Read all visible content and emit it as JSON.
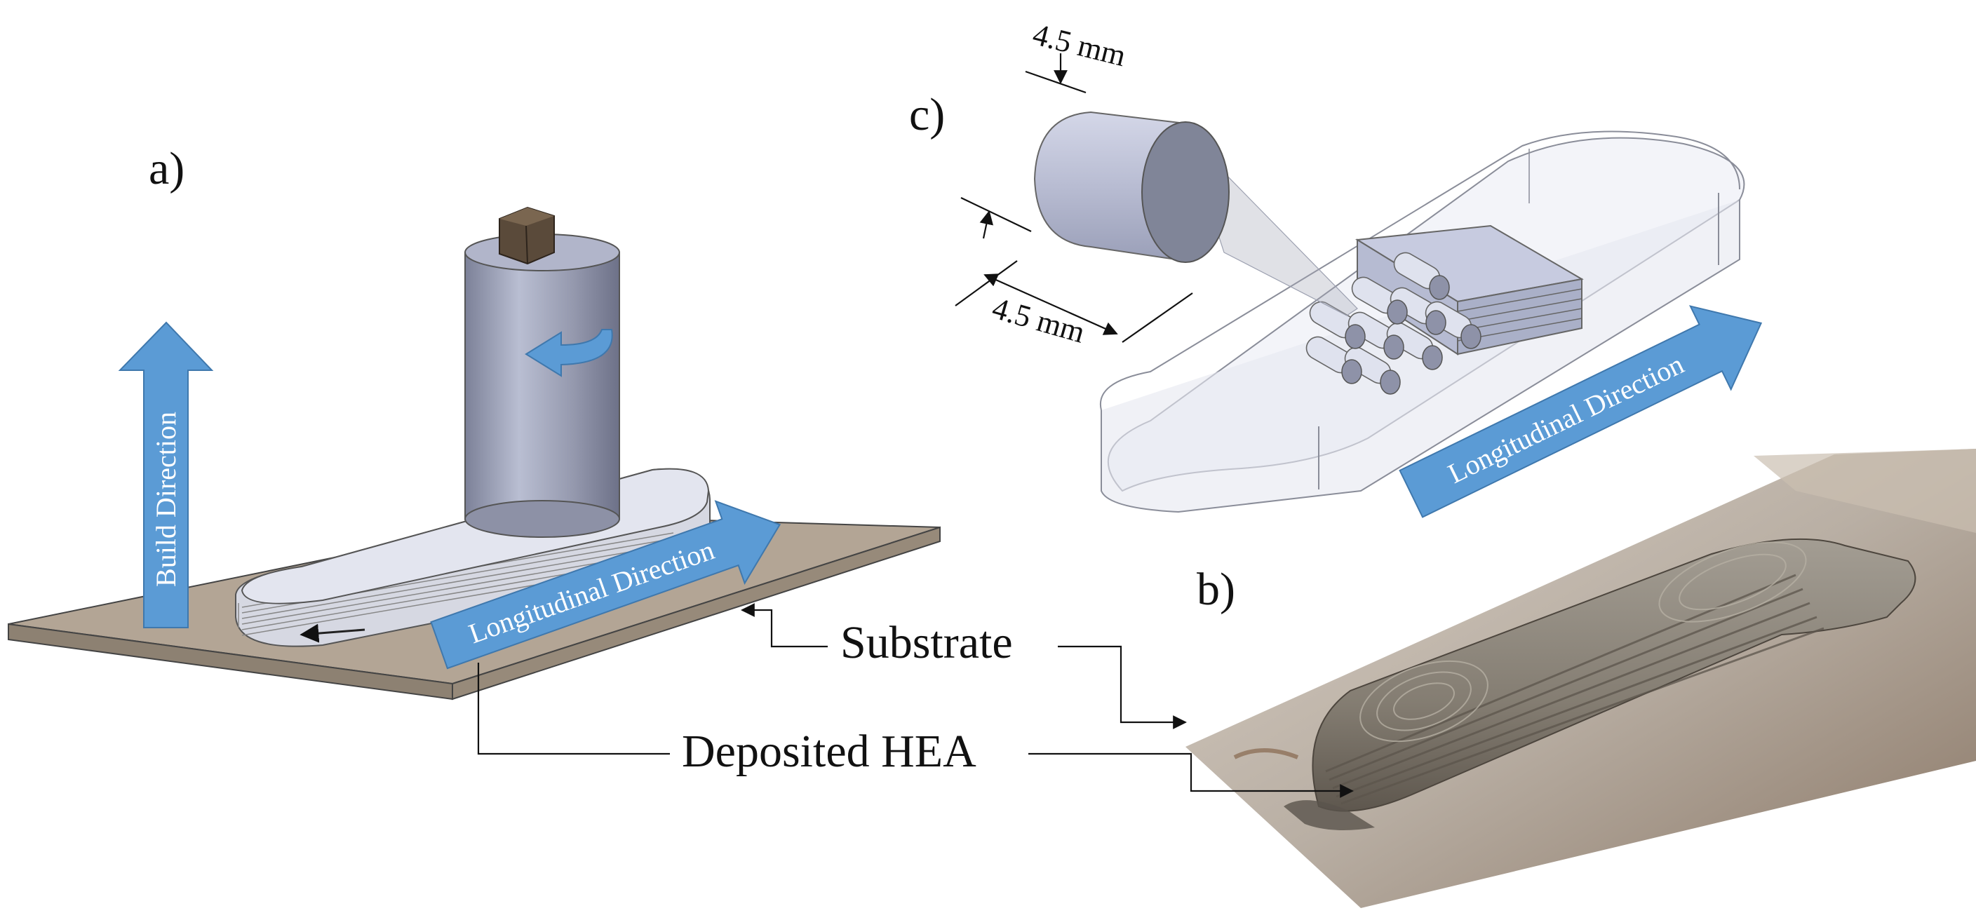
{
  "panels": {
    "a": "a)",
    "b": "b)",
    "c": "c)"
  },
  "labels": {
    "build_direction": "Build Direction",
    "longitudinal_a": "Longitudinal Direction",
    "longitudinal_c": "Longitudinal Direction",
    "substrate": "Substrate",
    "deposited": "Deposited HEA",
    "dim_top": "4.5 mm",
    "dim_left": "4.5 mm"
  },
  "colors": {
    "arrow_blue": "#5b9bd5",
    "substrate_tan": "#b3a595",
    "tool_gray": "#9aa0b8",
    "deposit_metal": "#8e877c"
  }
}
